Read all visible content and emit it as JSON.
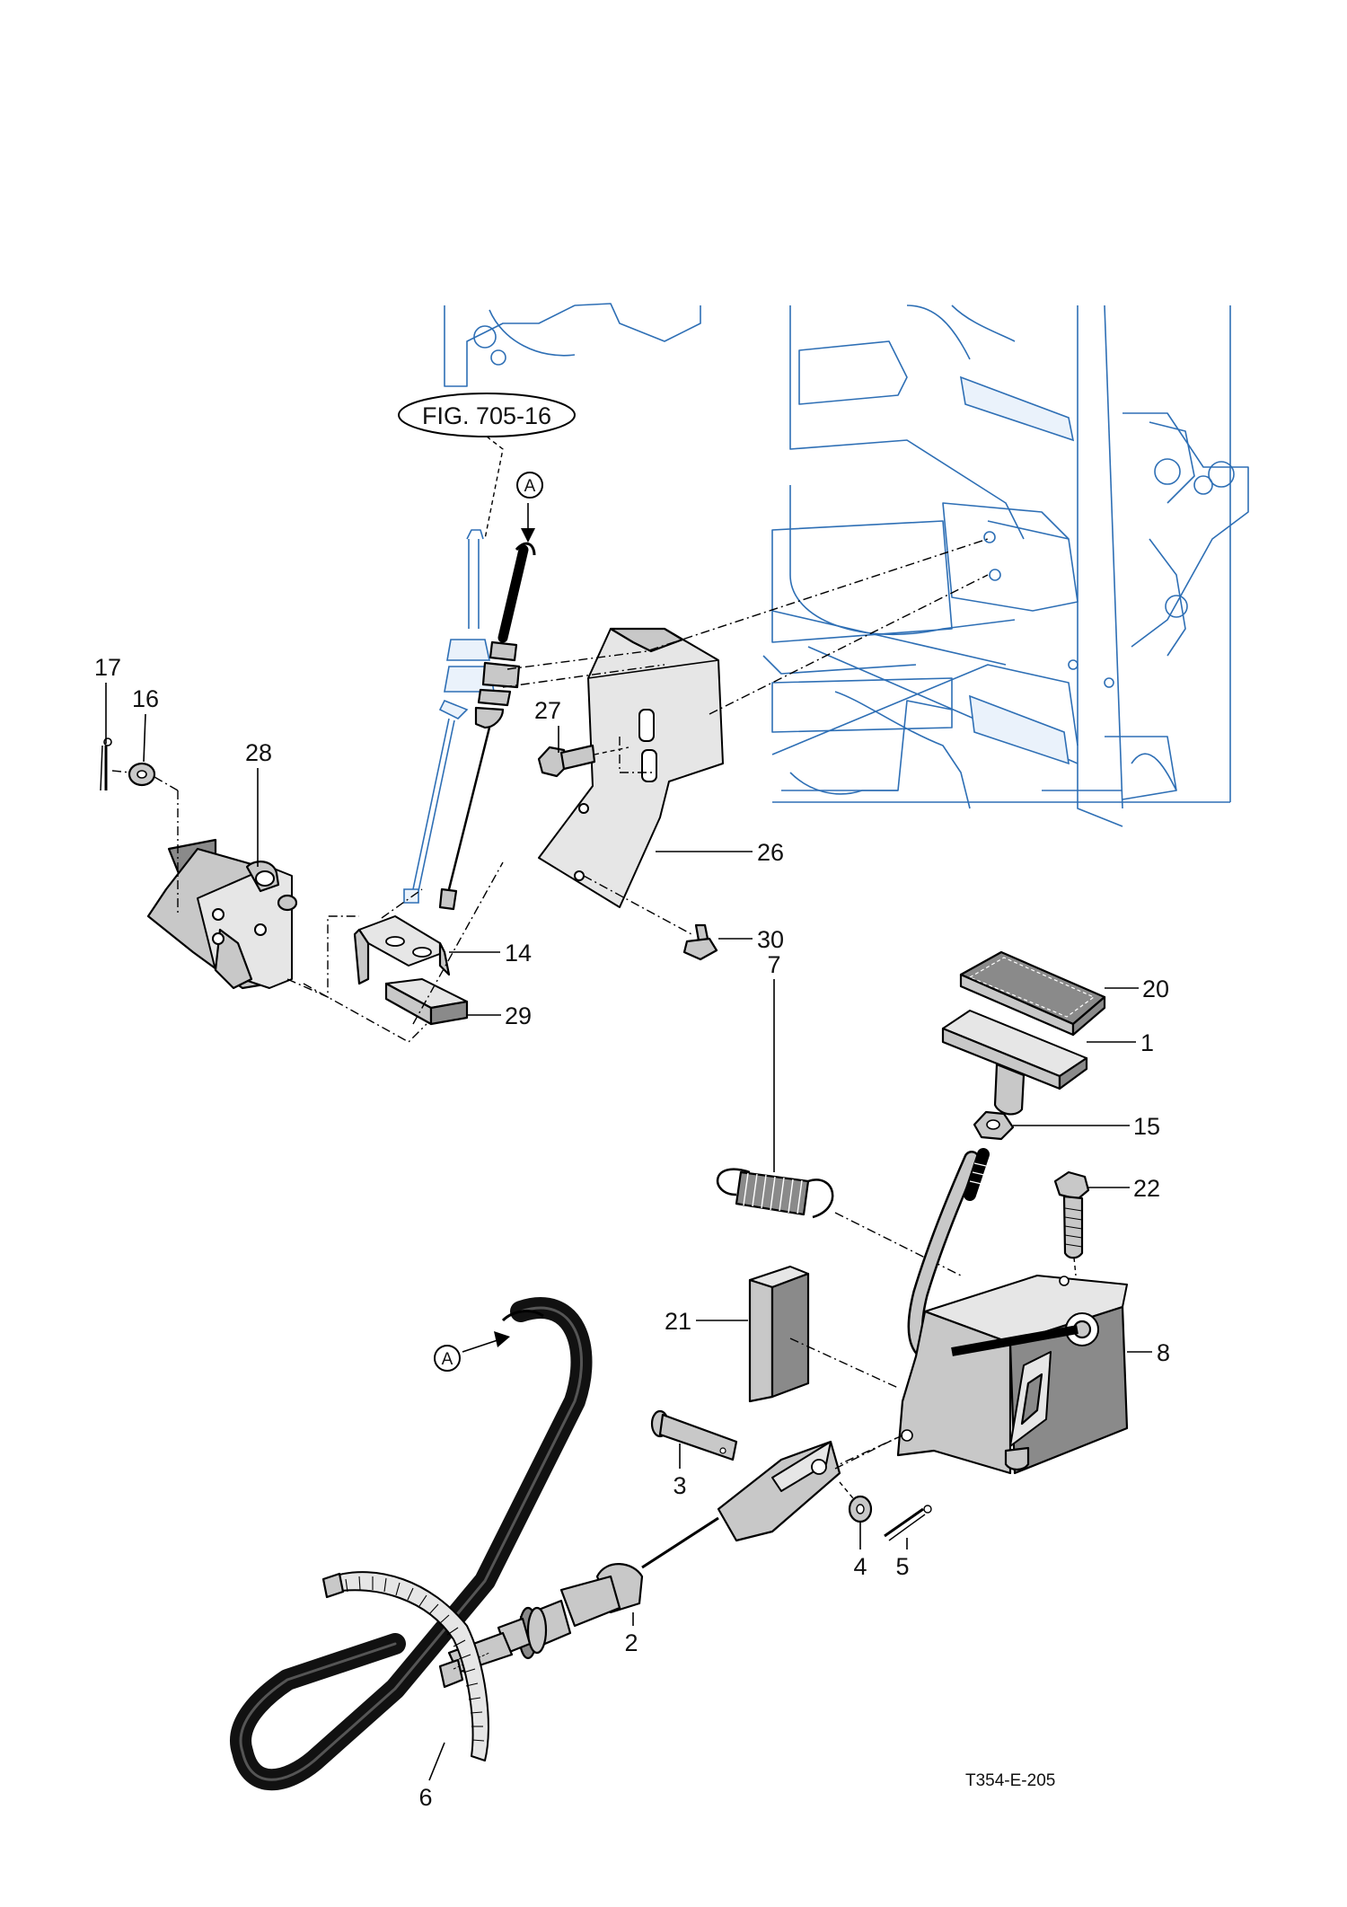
{
  "figure": {
    "reference": "FIG. 705-16",
    "view_marker": "A",
    "drawing_code": "T354-E-205"
  },
  "parts": [
    {
      "no": "1"
    },
    {
      "no": "2"
    },
    {
      "no": "3"
    },
    {
      "no": "4"
    },
    {
      "no": "5"
    },
    {
      "no": "6"
    },
    {
      "no": "7"
    },
    {
      "no": "8"
    },
    {
      "no": "14"
    },
    {
      "no": "15"
    },
    {
      "no": "16"
    },
    {
      "no": "17"
    },
    {
      "no": "20"
    },
    {
      "no": "21"
    },
    {
      "no": "22"
    },
    {
      "no": "26"
    },
    {
      "no": "27"
    },
    {
      "no": "28"
    },
    {
      "no": "29"
    },
    {
      "no": "30"
    }
  ],
  "colors": {
    "background_outline": "#2e6fb5",
    "part_fill": "#c8c8c8",
    "cable_fill": "#111111",
    "ink": "#000000"
  }
}
